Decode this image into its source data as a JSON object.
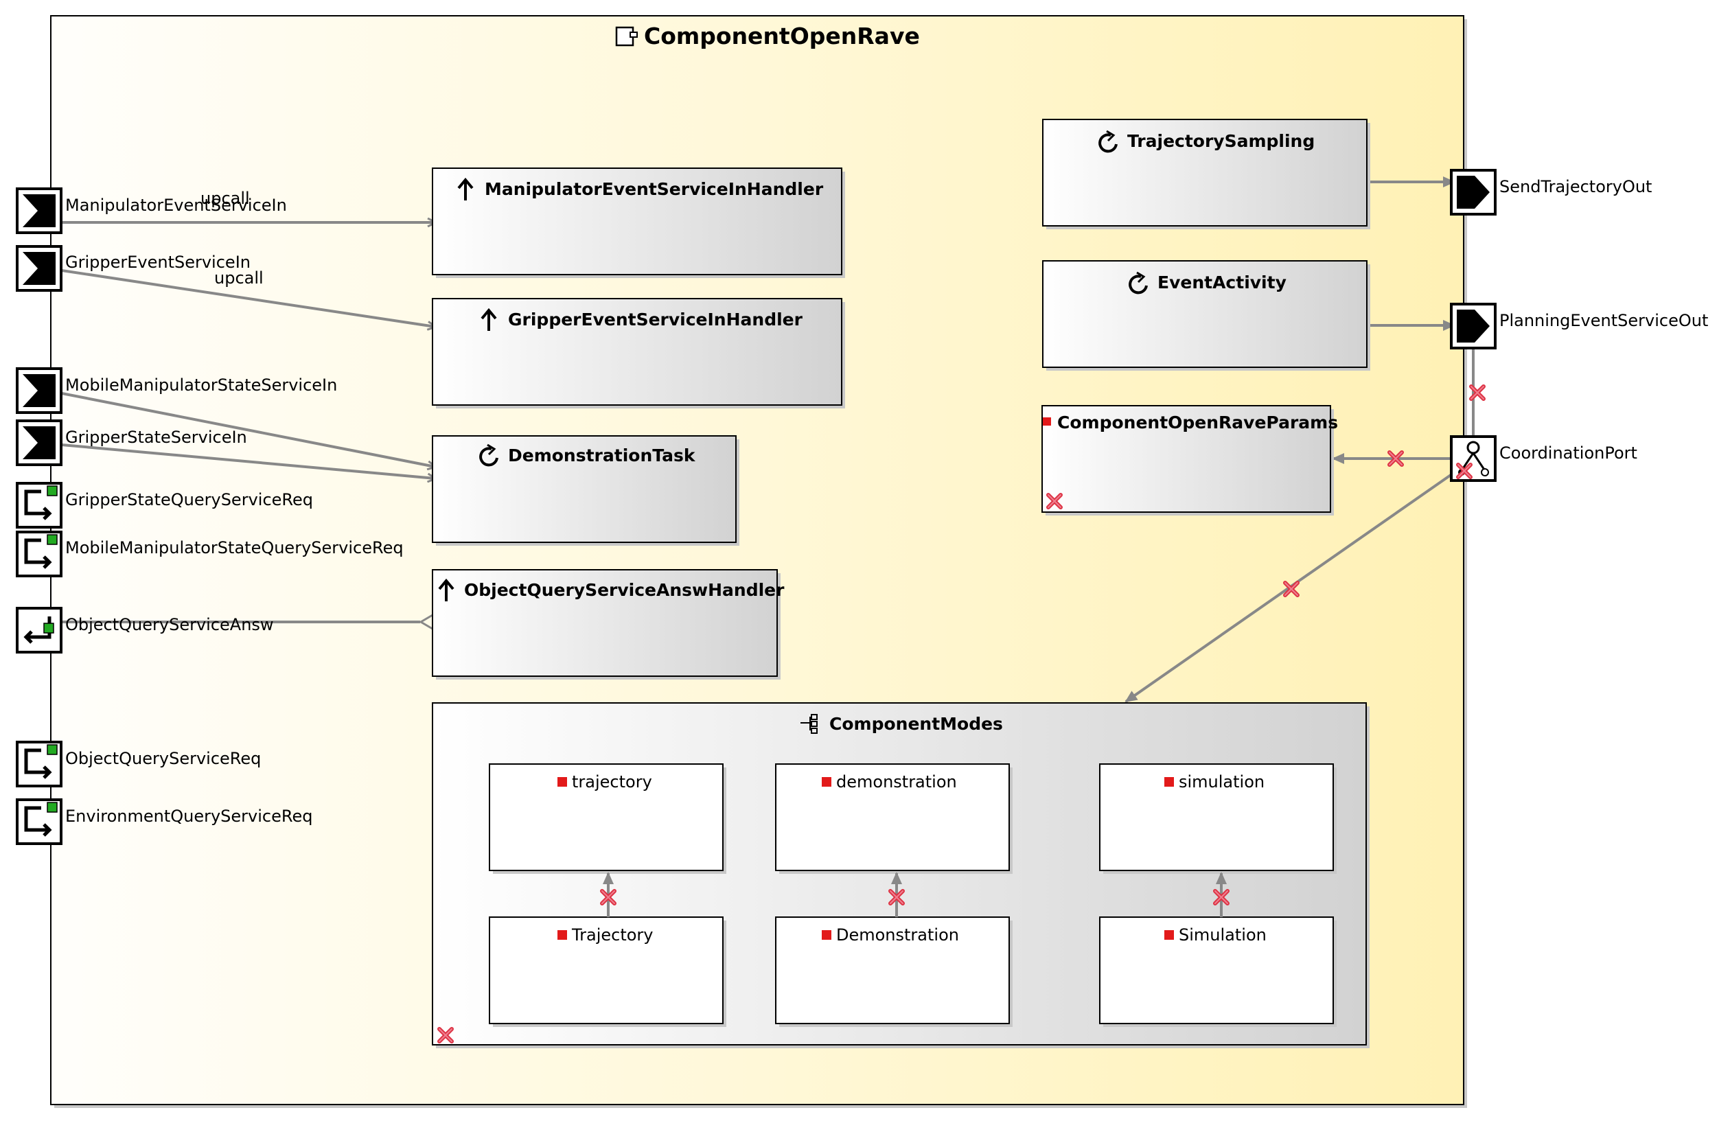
{
  "component": {
    "title": "ComponentOpenRave"
  },
  "ports": {
    "manipulator_event_in": "ManipulatorEventServiceIn",
    "gripper_event_in": "GripperEventServiceIn",
    "mobile_manipulator_state_in": "MobileManipulatorStateServiceIn",
    "gripper_state_in": "GripperStateServiceIn",
    "gripper_state_query_req": "GripperStateQueryServiceReq",
    "mobile_manipulator_state_query_req": "MobileManipulatorStateQueryServiceReq",
    "object_query_answ": "ObjectQueryServiceAnsw",
    "object_query_req": "ObjectQueryServiceReq",
    "environment_query_req": "EnvironmentQueryServiceReq",
    "send_trajectory_out": "SendTrajectoryOut",
    "planning_event_out": "PlanningEventServiceOut",
    "coordination_port": "CoordinationPort"
  },
  "handlers": {
    "manipulator_event_handler": "ManipulatorEventServiceInHandler",
    "gripper_event_handler": "GripperEventServiceInHandler",
    "object_query_answ_handler": "ObjectQueryServiceAnswHandler"
  },
  "tasks": {
    "demonstration_task": "DemonstrationTask",
    "trajectory_sampling": "TrajectorySampling",
    "event_activity": "EventActivity"
  },
  "params": {
    "title": "ComponentOpenRaveParams"
  },
  "connections": {
    "upcall_1": "upcall",
    "upcall_2": "upcall"
  },
  "modes": {
    "title": "ComponentModes",
    "top": [
      "trajectory",
      "demonstration",
      "simulation"
    ],
    "bottom": [
      "Trajectory",
      "Demonstration",
      "Simulation"
    ]
  },
  "colors": {
    "component_fill_start": "#fffefb",
    "component_fill_end": "#fff1b5",
    "connector": "#888888",
    "error_mark": "#dd3344",
    "mode_marker": "#e21a1a",
    "port_status": "#22aa22"
  },
  "icons": {
    "component": "component-icon",
    "handler": "upcall-arrow-icon",
    "task": "cycle-icon",
    "params": "red-square-icon",
    "modes": "state-tree-icon",
    "error": "error-x-icon"
  }
}
